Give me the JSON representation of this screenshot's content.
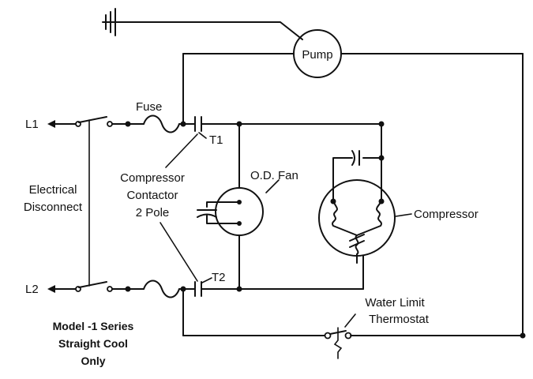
{
  "labels": {
    "pump": "Pump",
    "fuse": "Fuse",
    "l1": "L1",
    "l2": "L2",
    "t1": "T1",
    "t2": "T2",
    "od_fan": "O.D. Fan",
    "compressor": "Compressor",
    "compressor_contactor": [
      "Compressor",
      "Contactor",
      "2 Pole"
    ],
    "electrical_disconnect": [
      "Electrical",
      "Disconnect"
    ],
    "water_limit_thermostat": [
      "Water Limit",
      "Thermostat"
    ],
    "model_note": [
      "Model -1 Series",
      "Straight Cool",
      "Only"
    ]
  }
}
